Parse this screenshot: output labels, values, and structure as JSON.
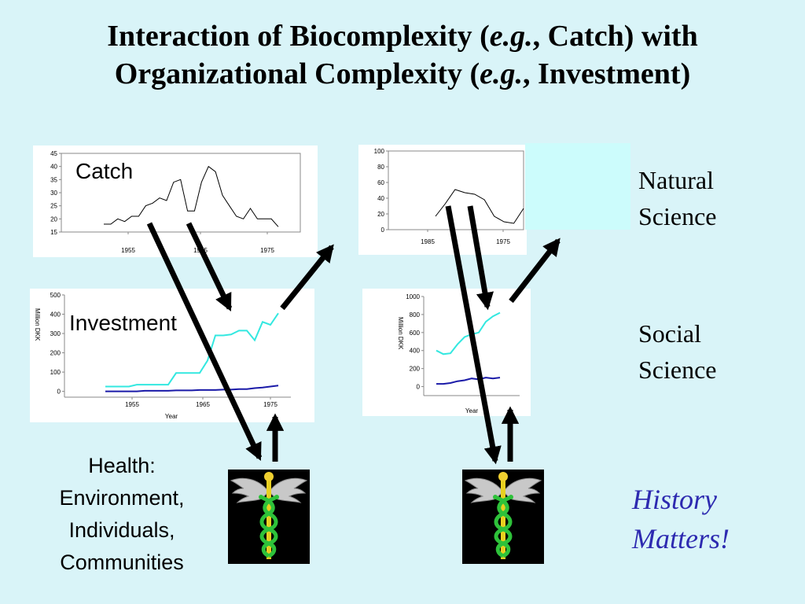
{
  "title": {
    "line1_a": "Interaction of Biocomplexity (",
    "line1_em": "e.g.",
    "line1_b": ", Catch) with",
    "line2_a": "Organizational Complexity (",
    "line2_em": "e.g.",
    "line2_b": ", Investment)"
  },
  "side_labels": {
    "natural_1": "Natural",
    "natural_2": "Science",
    "social_1": "Social",
    "social_2": "Science"
  },
  "health": {
    "line1": "Health:",
    "line2": "Environment,",
    "line3": "Individuals,",
    "line4": "Communities"
  },
  "history": {
    "line1": "History",
    "line2": "Matters!"
  },
  "chart_data": [
    {
      "type": "line",
      "title": "Catch",
      "y_ticks": [
        "45",
        "40",
        "35",
        "30",
        "25",
        "20",
        "15"
      ],
      "x_tick_labels": [
        "1955",
        "1965",
        "1975"
      ],
      "ylim": [
        15,
        45
      ],
      "series": [
        {
          "color": "#000000",
          "values": [
            18,
            18,
            20,
            19,
            21,
            21,
            25,
            26,
            28,
            27,
            34,
            35,
            23,
            23,
            34,
            40,
            38,
            29,
            25,
            21,
            20,
            24,
            20,
            20,
            20,
            17
          ]
        }
      ]
    },
    {
      "type": "line",
      "y_ticks": [
        "100",
        "80",
        "60",
        "40",
        "20",
        "0"
      ],
      "x_tick_labels": [
        "1985",
        "1975"
      ],
      "ylim": [
        0,
        100
      ],
      "series": [
        {
          "color": "#000000",
          "values": [
            17,
            33,
            51,
            47,
            45,
            38,
            17,
            10,
            8,
            27
          ]
        }
      ]
    },
    {
      "type": "line",
      "title": "Investment",
      "ylabel": "Million DKK",
      "xlabel": "Year",
      "y_ticks": [
        "500",
        "400",
        "300",
        "200",
        "100",
        "0"
      ],
      "x_tick_labels": [
        "1955",
        "1965",
        "1975"
      ],
      "ylim": [
        -30,
        500
      ],
      "series": [
        {
          "color": "#33e8e0",
          "values": [
            25,
            25,
            25,
            25,
            35,
            35,
            35,
            35,
            35,
            95,
            95,
            95,
            95,
            160,
            290,
            290,
            295,
            315,
            315,
            265,
            360,
            345,
            405
          ]
        },
        {
          "color": "#1a1aa8",
          "values": [
            0,
            0,
            0,
            0,
            0,
            3,
            3,
            3,
            3,
            5,
            5,
            5,
            7,
            7,
            7,
            9,
            9,
            12,
            12,
            17,
            20,
            25,
            30
          ]
        }
      ]
    },
    {
      "type": "line",
      "ylabel": "Million DKK",
      "xlabel": "Year",
      "y_ticks": [
        "1000",
        "800",
        "600",
        "400",
        "200",
        "0"
      ],
      "ylim": [
        -100,
        1000
      ],
      "series": [
        {
          "color": "#33e8e0",
          "values": [
            400,
            360,
            370,
            470,
            550,
            580,
            600,
            720,
            780,
            820
          ]
        },
        {
          "color": "#1a1aa8",
          "values": [
            30,
            30,
            40,
            60,
            70,
            90,
            80,
            100,
            90,
            100
          ]
        }
      ]
    }
  ]
}
